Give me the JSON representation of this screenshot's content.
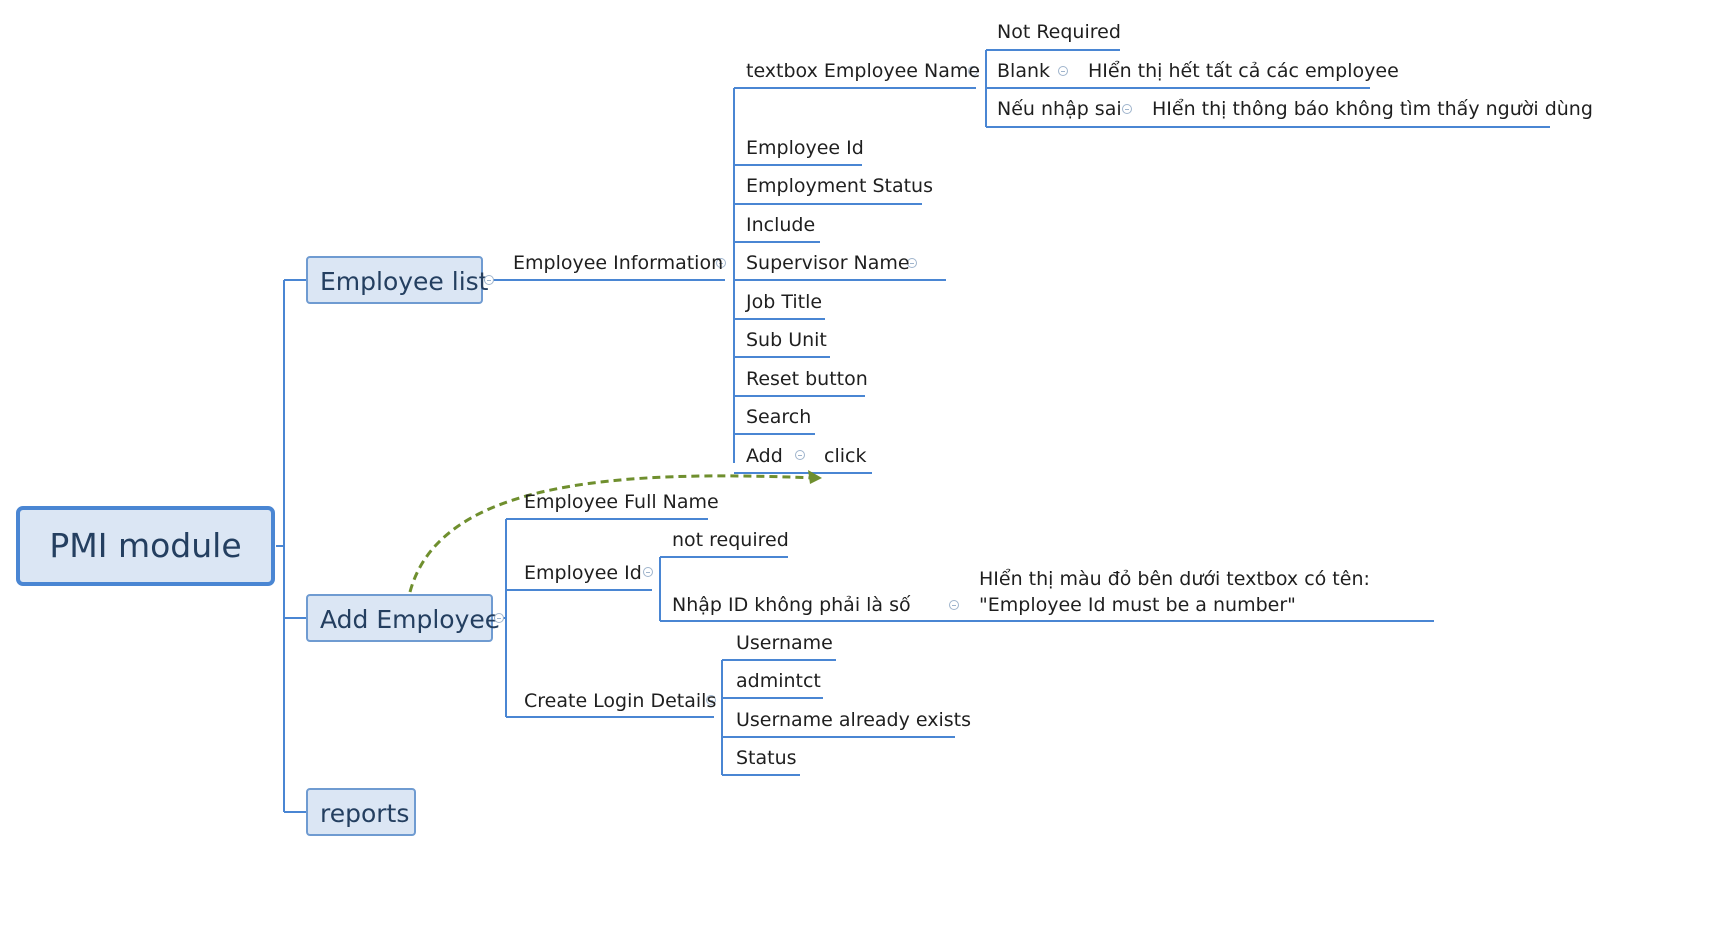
{
  "mindmap": {
    "root": "PMI module",
    "branches": {
      "employee_list": {
        "label": "Employee list",
        "employee_information": {
          "label": "Employee Information",
          "textbox_employee_name": {
            "label": "textbox Employee Name",
            "not_required": "Not Required",
            "blank": {
              "label": "Blank",
              "result": "HIển thị hết tất cả các employee"
            },
            "wrong_input": {
              "label": "Nếu nhập sai",
              "result": "HIển thị thông báo không tìm thấy người dùng"
            }
          },
          "fields": [
            "Employee Id",
            "Employment Status",
            "Include",
            "Supervisor Name",
            "Job Title",
            "Sub Unit",
            "Reset button",
            "Search"
          ],
          "add": {
            "label": "Add",
            "action": "click"
          }
        }
      },
      "add_employee": {
        "label": "Add Employee",
        "full_name": "Employee Full Name",
        "employee_id": {
          "label": "Employee Id",
          "not_required": "not required",
          "not_number": {
            "label": "Nhập ID không phải là số",
            "result": "HIển thị màu đỏ bên dưới textbox có tên: \"Employee Id must be a number\""
          }
        },
        "create_login_details": {
          "label": "Create Login Details",
          "items": [
            "Username",
            "admintct",
            "Username already exists",
            "Status"
          ]
        }
      },
      "reports": {
        "label": "reports"
      }
    },
    "colors": {
      "line": "#4a86d3",
      "box_fill": "#dbe6f4",
      "box_border": "#6f9bd1",
      "relationship": "#6f8f2e",
      "text": "#1f1f1f"
    }
  }
}
